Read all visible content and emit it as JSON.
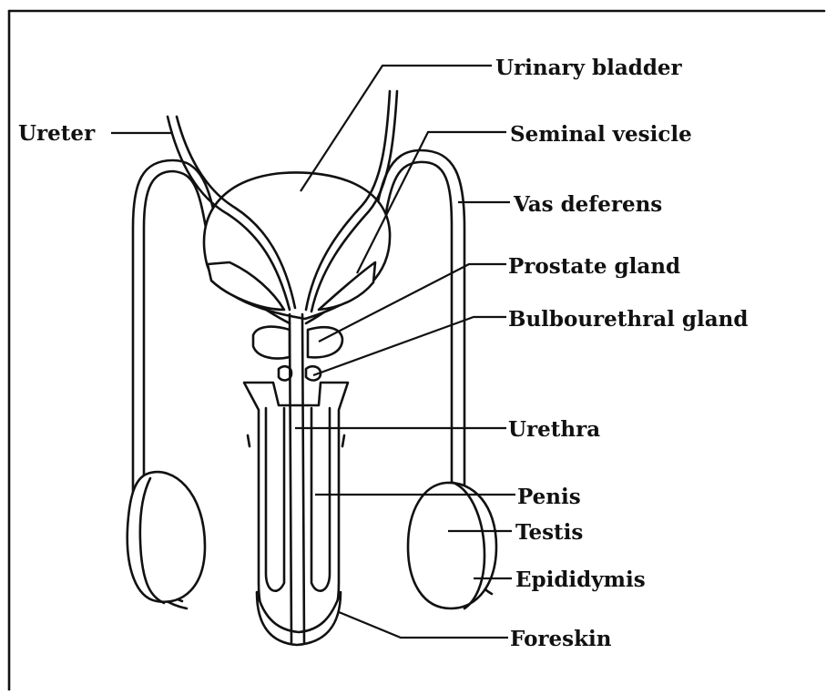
{
  "diagram": {
    "labels": {
      "ureter": "Ureter",
      "urinary_bladder": "Urinary bladder",
      "seminal_vesicle": "Seminal vesicle",
      "vas_deferens": "Vas deferens",
      "prostate_gland": "Prostate gland",
      "bulbourethral_gland": "Bulbourethral gland",
      "urethra": "Urethra",
      "penis": "Penis",
      "testis": "Testis",
      "epididymis": "Epididymis",
      "foreskin": "Foreskin"
    },
    "colors": {
      "line": "#111111",
      "background": "#ffffff"
    }
  }
}
